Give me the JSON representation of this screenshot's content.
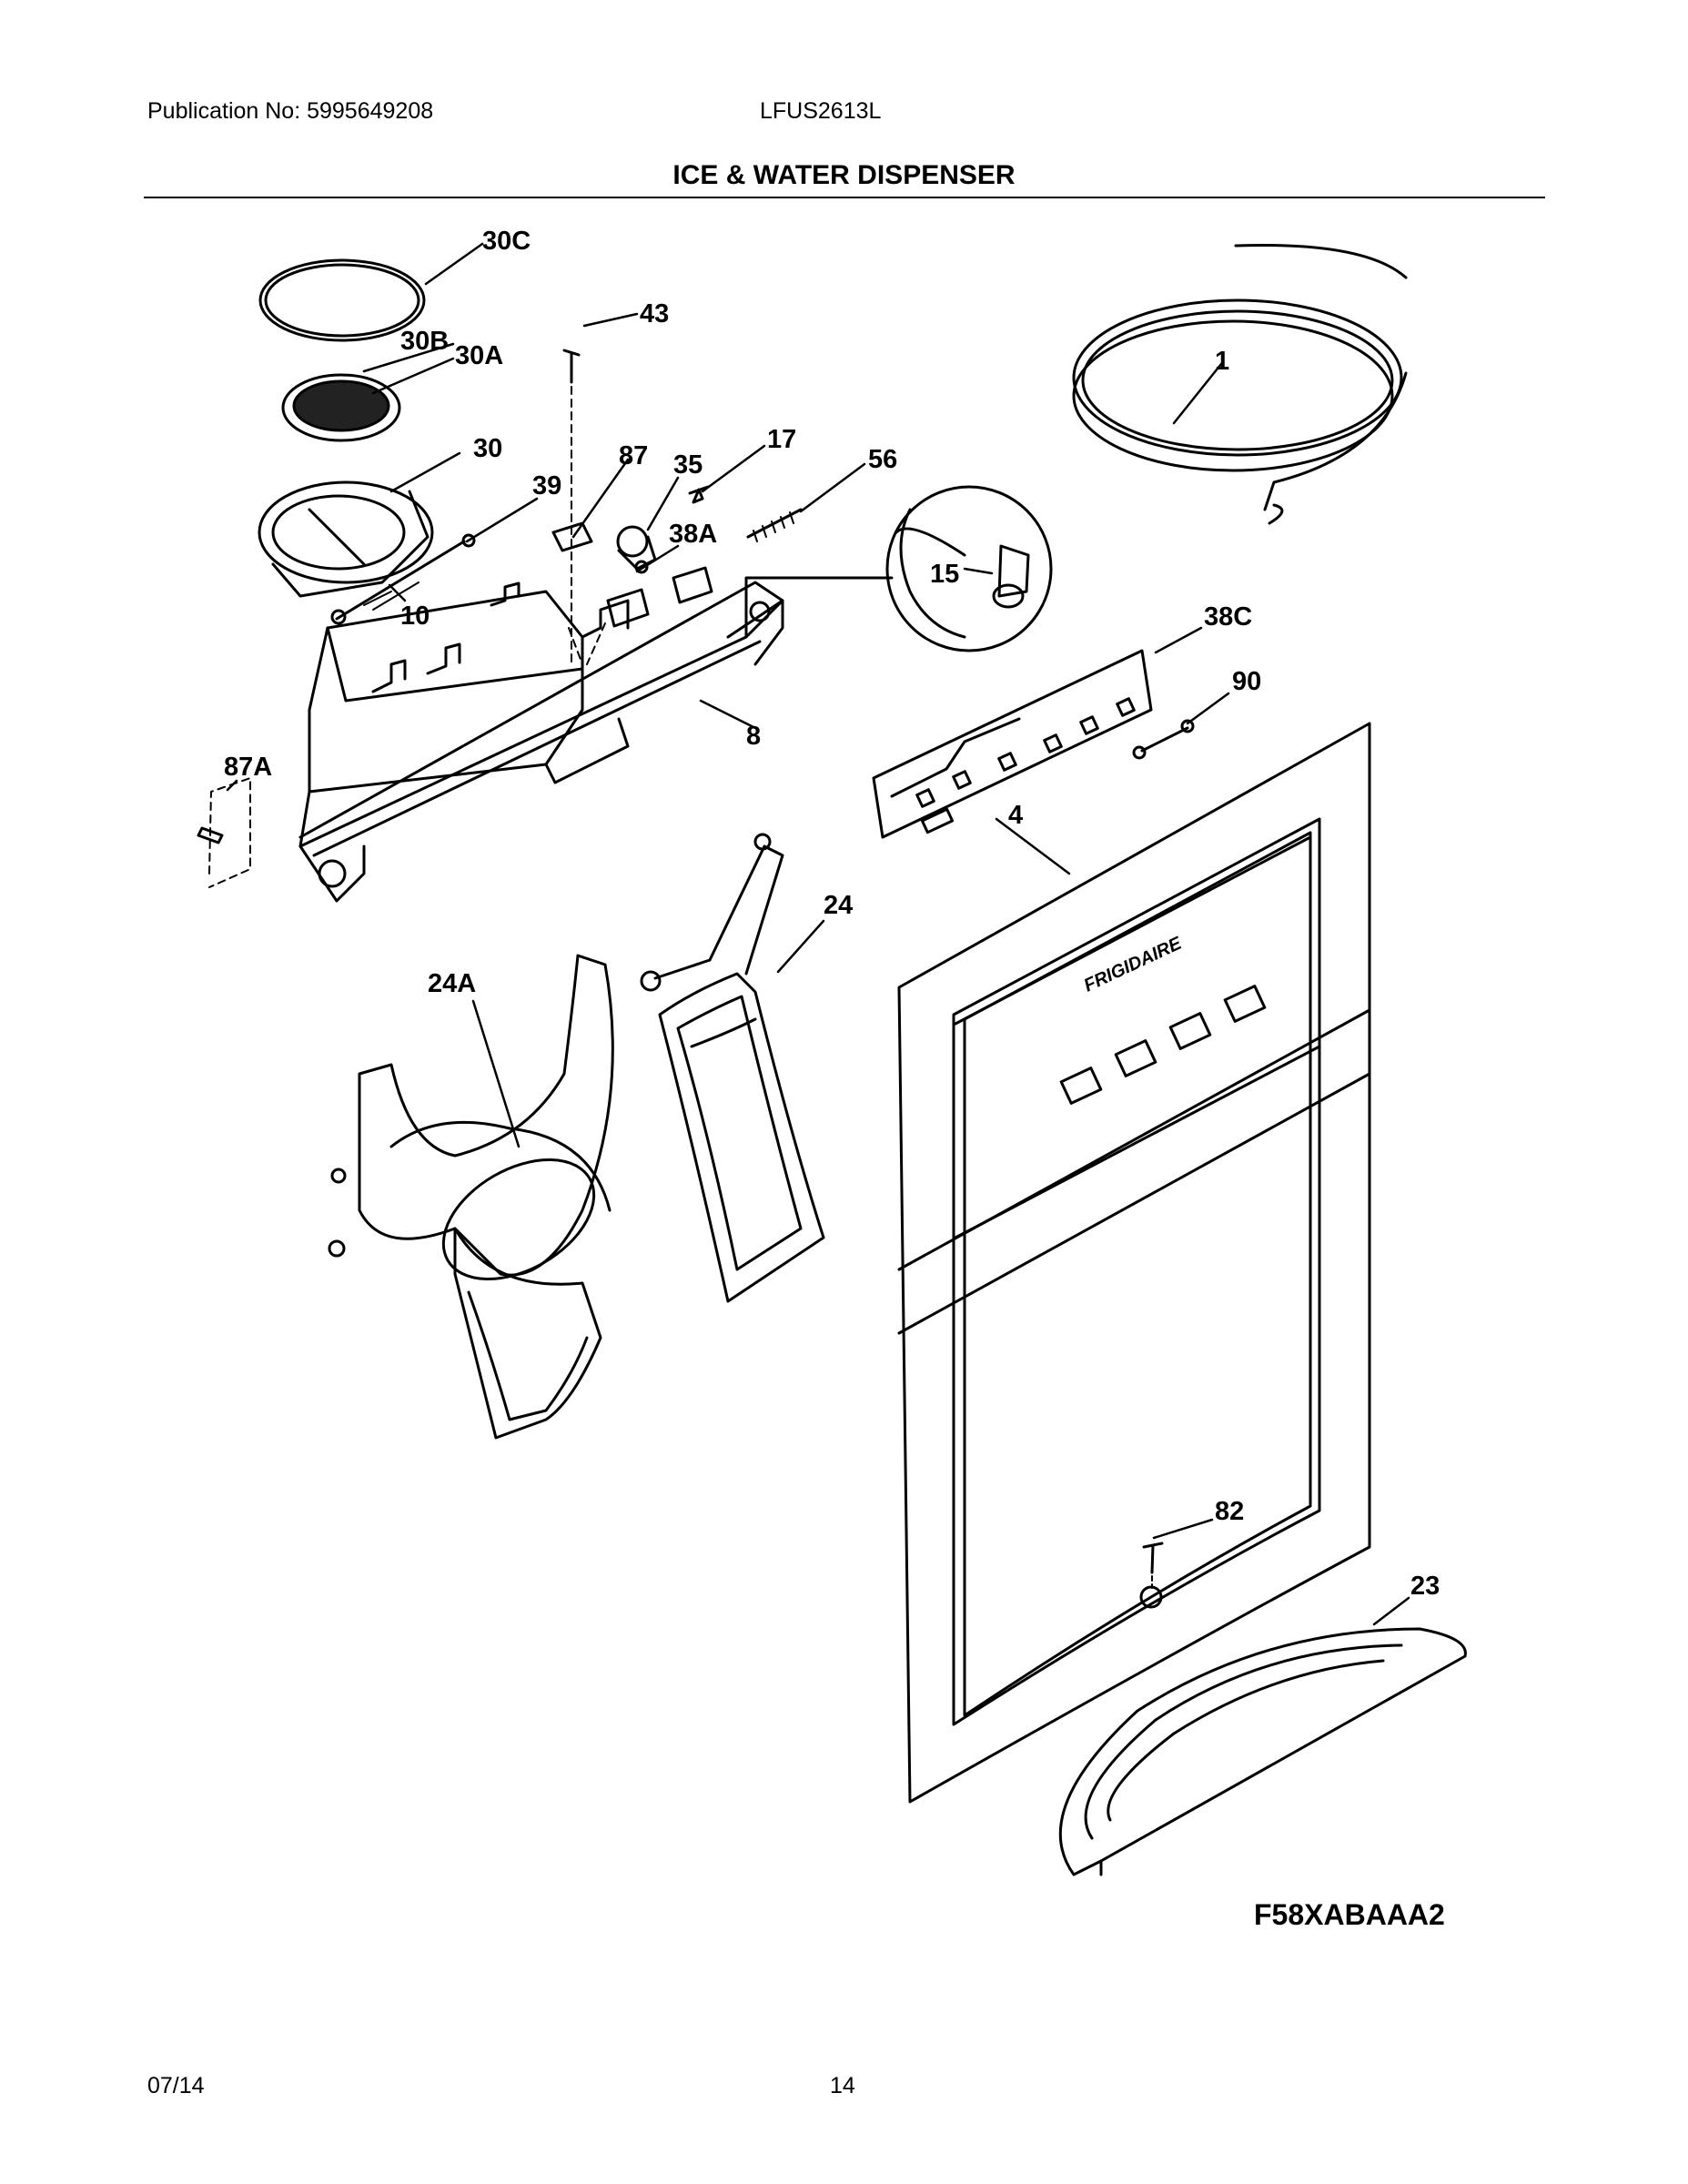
{
  "header": {
    "publication": "Publication No: 5995649208",
    "model": "LFUS2613L",
    "title": "ICE & WATER DISPENSER"
  },
  "diagram": {
    "brand_label": "FRIGIDAIRE",
    "figure_code": "F58XABAAA2",
    "callouts": [
      "30C",
      "43",
      "30B",
      "30A",
      "1",
      "30",
      "87",
      "35",
      "17",
      "56",
      "39",
      "38A",
      "10",
      "15",
      "38C",
      "90",
      "8",
      "87A",
      "4",
      "24",
      "24A",
      "82",
      "23"
    ]
  },
  "footer": {
    "date": "07/14",
    "page": "14"
  }
}
